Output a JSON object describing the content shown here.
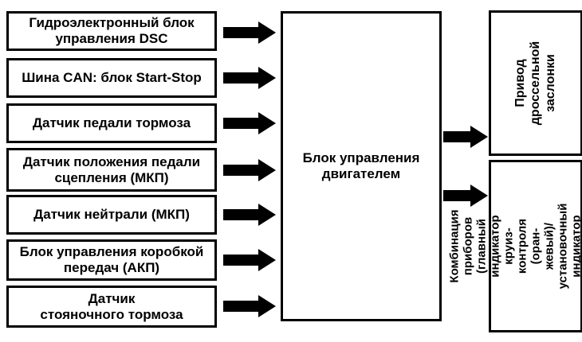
{
  "inputs": [
    {
      "label": "Гидроэлектронный блок\nуправления DSC"
    },
    {
      "label": "Шина CAN: блок Start-Stop"
    },
    {
      "label": "Датчик педали тормоза"
    },
    {
      "label": "Датчик положения педали\nсцепления (МКП)"
    },
    {
      "label": "Датчик нейтрали (МКП)"
    },
    {
      "label": "Блок управления коробкой\nпередач (АКП)"
    },
    {
      "label": "Датчик\nстояночного тормоза"
    }
  ],
  "center": {
    "label": "Блок управления\nдвигателем"
  },
  "outputs": [
    {
      "label": "Привод\nдроссельной\nзаслонки"
    },
    {
      "label": "Комбинация приборов\n(главный индикатор\nкруиз-контроля (оран-\nжевый)/установочный\nиндикатор круиз-кон-\nтроля (зеленый))"
    }
  ]
}
